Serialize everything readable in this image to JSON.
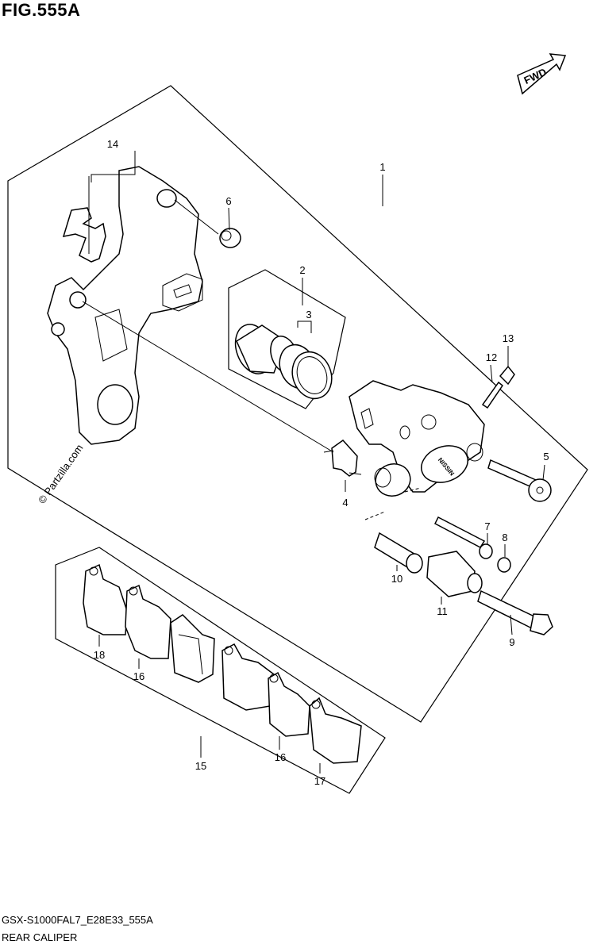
{
  "figure": {
    "title": "FIG.555A",
    "fwd_label": "FWD",
    "model_code": "GSX-S1000FAL7_E28E33_555A",
    "diagram_name": "REAR CALIPER",
    "watermark": "© Partzilla.com"
  },
  "callouts": [
    {
      "id": "c1",
      "label": "1"
    },
    {
      "id": "c2",
      "label": "2"
    },
    {
      "id": "c3",
      "label": "3"
    },
    {
      "id": "c4",
      "label": "4"
    },
    {
      "id": "c5",
      "label": "5"
    },
    {
      "id": "c6",
      "label": "6"
    },
    {
      "id": "c7",
      "label": "7"
    },
    {
      "id": "c8",
      "label": "8"
    },
    {
      "id": "c9",
      "label": "9"
    },
    {
      "id": "c10",
      "label": "10"
    },
    {
      "id": "c11",
      "label": "11"
    },
    {
      "id": "c12",
      "label": "12"
    },
    {
      "id": "c13",
      "label": "13"
    },
    {
      "id": "c14",
      "label": "14"
    },
    {
      "id": "c15",
      "label": "15"
    },
    {
      "id": "c16a",
      "label": "16"
    },
    {
      "id": "c16b",
      "label": "16"
    },
    {
      "id": "c17",
      "label": "17"
    },
    {
      "id": "c18",
      "label": "18"
    }
  ]
}
